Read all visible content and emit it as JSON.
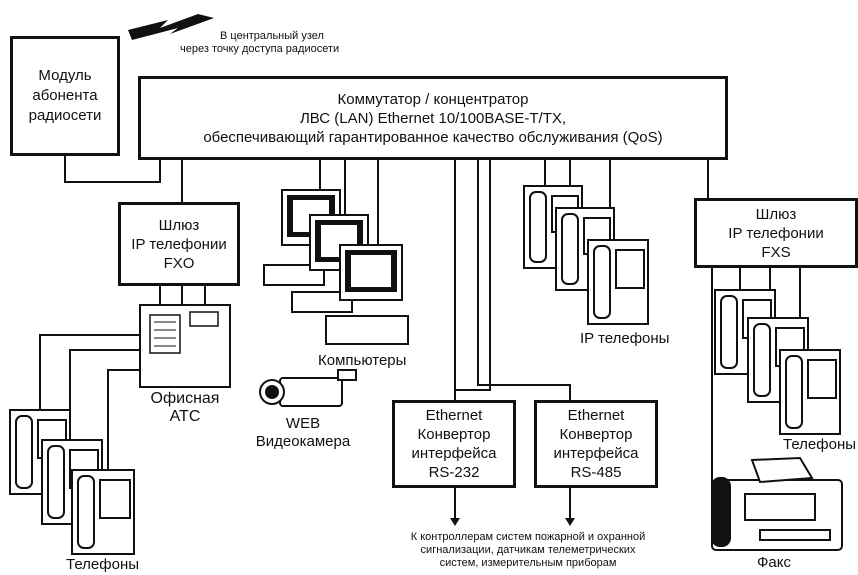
{
  "radio_module": [
    "Модуль",
    "абонента",
    "радиосети"
  ],
  "radio_link_text": [
    "В центральный узел",
    "через точку доступа радиосети"
  ],
  "switch_box": [
    "Коммутатор / концентратор",
    "ЛВС (LAN) Ethernet 10/100BASE-T/TX,",
    "обеспечивающий гарантированное качество обслуживания (QoS)"
  ],
  "gateway_fxo": [
    "Шлюз",
    "IP телефонии",
    "FXO"
  ],
  "gateway_fxs": [
    "Шлюз",
    "IP телефонии",
    "FXS"
  ],
  "office_pbx": [
    "Офисная",
    "АТС"
  ],
  "computers_label": "Компьютеры",
  "ip_phones_label": "IP телефоны",
  "webcam_label": [
    "WEB",
    "Видеокамера"
  ],
  "converter_232": [
    "Ethernet",
    "Конвертор",
    "интерфейса",
    "RS-232"
  ],
  "converter_485": [
    "Ethernet",
    "Конвертор",
    "интерфейса",
    "RS-485"
  ],
  "controllers_text": [
    "К контроллерам систем пожарной и охранной",
    "сигнализации, датчикам телеметрических",
    "систем, измерительным приборам"
  ],
  "phones_left_label": "Телефоны",
  "phones_right_label": "Телефоны",
  "fax_label": "Факс"
}
